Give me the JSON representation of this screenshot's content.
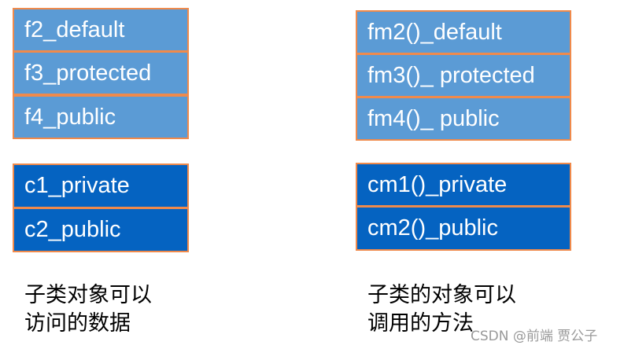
{
  "left": {
    "parent_fields": [
      "f2_default",
      "f3_protected",
      "f4_public"
    ],
    "child_fields": [
      "c1_private",
      "c2_public"
    ],
    "caption_lines": [
      "子类对象可以",
      "访问的数据"
    ]
  },
  "right": {
    "parent_methods": [
      "fm2()_default",
      "fm3()_ protected",
      "fm4()_ public"
    ],
    "child_methods": [
      "cm1()_private",
      "cm2()_public"
    ],
    "caption_lines": [
      "子类的对象可以",
      "调用的方法"
    ]
  },
  "watermark": "CSDN @前端 贾公子",
  "colors": {
    "parent_box": "#5b9bd5",
    "child_box": "#0563c1",
    "border": "#f08a4b"
  }
}
